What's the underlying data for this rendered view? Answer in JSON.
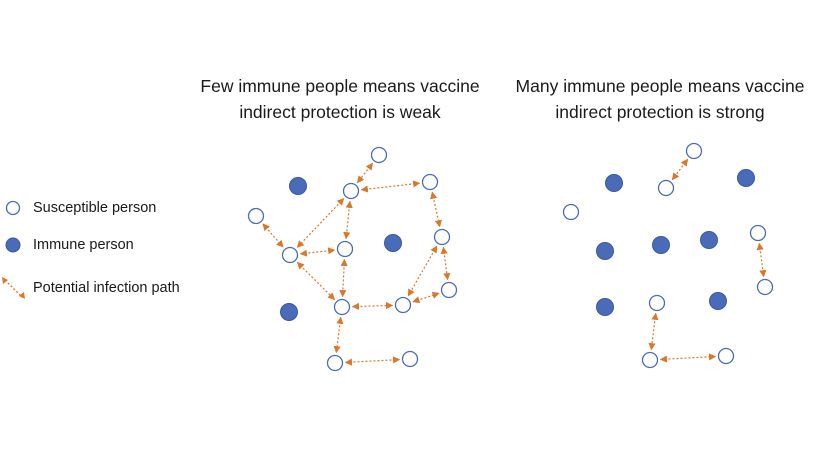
{
  "titles": {
    "left_line1": "Few immune people means vaccine",
    "left_line2": "indirect protection is weak",
    "right_line1": "Many immune people means vaccine",
    "right_line2": "indirect protection is strong"
  },
  "legend": {
    "susceptible": "Susceptible person",
    "immune": "Immune person",
    "path": "Potential infection path"
  },
  "colors": {
    "immune_fill": "#4a6bb7",
    "immune_stroke": "#3a589f",
    "susceptible_stroke": "#4a6bb7",
    "path": "#d9772a"
  }
}
